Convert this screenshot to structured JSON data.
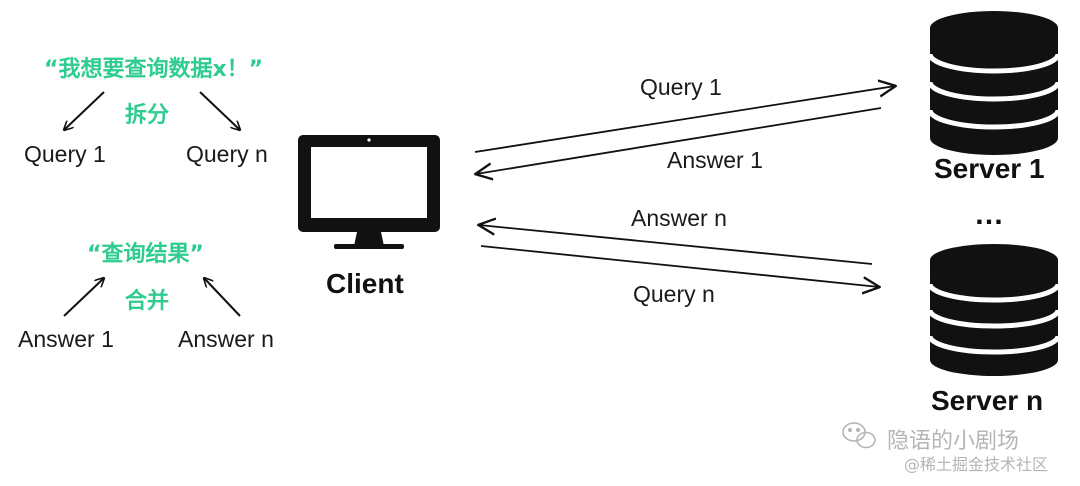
{
  "left_panel": {
    "request_quote": "“我想要查询数据x！”",
    "split_label": "拆分",
    "split_left": "Query 1",
    "split_right": "Query n",
    "result_quote": "“查询结果”",
    "merge_label": "合并",
    "merge_left": "Answer 1",
    "merge_right": "Answer n"
  },
  "client": {
    "label": "Client"
  },
  "arrows": {
    "query_1": "Query 1",
    "answer_1": "Answer 1",
    "answer_n": "Answer n",
    "query_n": "Query n"
  },
  "servers": {
    "server_1": "Server 1",
    "ellipsis": "…",
    "server_n": "Server n"
  },
  "watermark": {
    "line1": "隐语的小剧场",
    "line2": "@稀土掘金技术社区"
  },
  "colors": {
    "accent": "#2ecc8f",
    "ink": "#111111",
    "watermark": "#b5b5b5"
  }
}
